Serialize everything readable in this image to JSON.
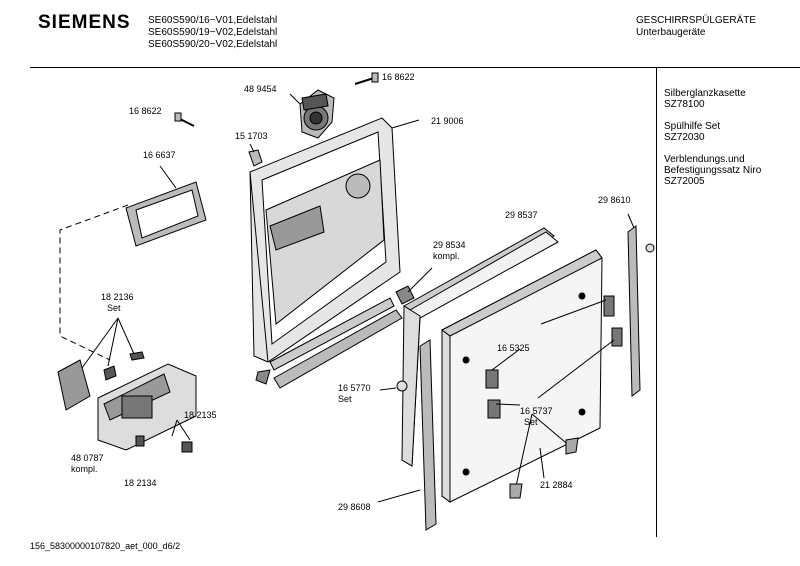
{
  "header": {
    "brand": "SIEMENS",
    "models": [
      "SE60S590/16−V01,Edelstahl",
      "SE60S590/19−V02,Edelstahl",
      "SE60S590/20−V02,Edelstahl"
    ],
    "category": "GESCHIRRSPÜLGERÄTE",
    "subcategory": "Unterbaugeräte"
  },
  "accessories": [
    {
      "name": "Silberglanzkasette",
      "code": "SZ78100"
    },
    {
      "name": "Spülhilfe Set",
      "code": "SZ72030"
    },
    {
      "name": "Verblendungs.und Befestigungssatz Niro",
      "code": "SZ72005"
    }
  ],
  "parts": {
    "p168622a": "16 8622",
    "p168622b": "16 8622",
    "p489454": "48 9454",
    "p151703": "15 1703",
    "p219006": "21 9006",
    "p166637": "16 6637",
    "p298537": "29 8537",
    "p298610": "29 8610",
    "p298534": "29 8534",
    "p298534_note": "kompl.",
    "p182136": "18 2136",
    "p182136_note": "Set",
    "p165325": "16 5325",
    "p165770": "16 5770",
    "p165770_note": "Set",
    "p165737": "16 5737",
    "p165737_note": "Set",
    "p182135": "18 2135",
    "p480787": "48 0787",
    "p480787_note": "kompl.",
    "p182134": "18 2134",
    "p212884": "21 2884",
    "p298608": "29 8608"
  },
  "footer": {
    "doc_id": "156_58300000107820_aet_000_d6/2"
  }
}
